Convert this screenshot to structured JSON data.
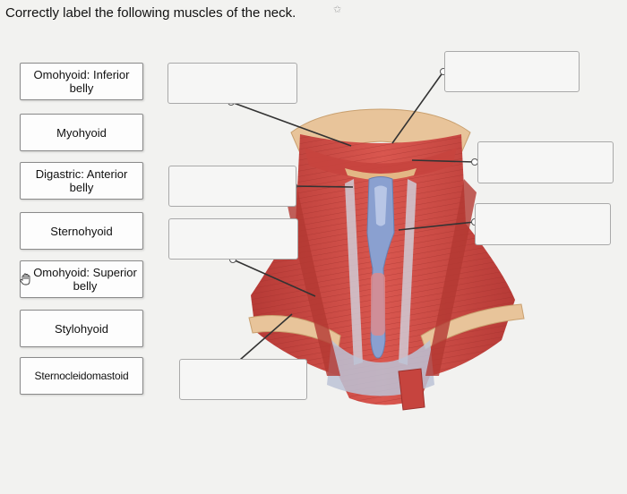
{
  "question": {
    "title": "Correctly label the following muscles of the neck."
  },
  "labels": [
    {
      "id": "omohyoid-inferior",
      "text": "Omohyoid: Inferior belly"
    },
    {
      "id": "myohyoid",
      "text": "Myohyoid"
    },
    {
      "id": "digastric-anterior",
      "text": "Digastric: Anterior belly"
    },
    {
      "id": "sternohyoid",
      "text": "Sternohyoid"
    },
    {
      "id": "omohyoid-superior",
      "text": "Omohyoid: Superior belly"
    },
    {
      "id": "stylohyoid",
      "text": "Stylohyoid"
    },
    {
      "id": "sternocleidomastoid",
      "text": "Sternocleidomastoid"
    }
  ],
  "drop_targets": [
    "",
    "",
    "",
    "",
    "",
    "",
    "",
    ""
  ],
  "icons": {
    "drag_hand": "hand-grab-icon",
    "star": "star-icon"
  },
  "colors": {
    "muscle": "#cf4a43",
    "muscle_dark": "#a83330",
    "tendon": "#c7cbd8",
    "bone": "#e8c49a",
    "box_border": "#a9a9a9"
  }
}
